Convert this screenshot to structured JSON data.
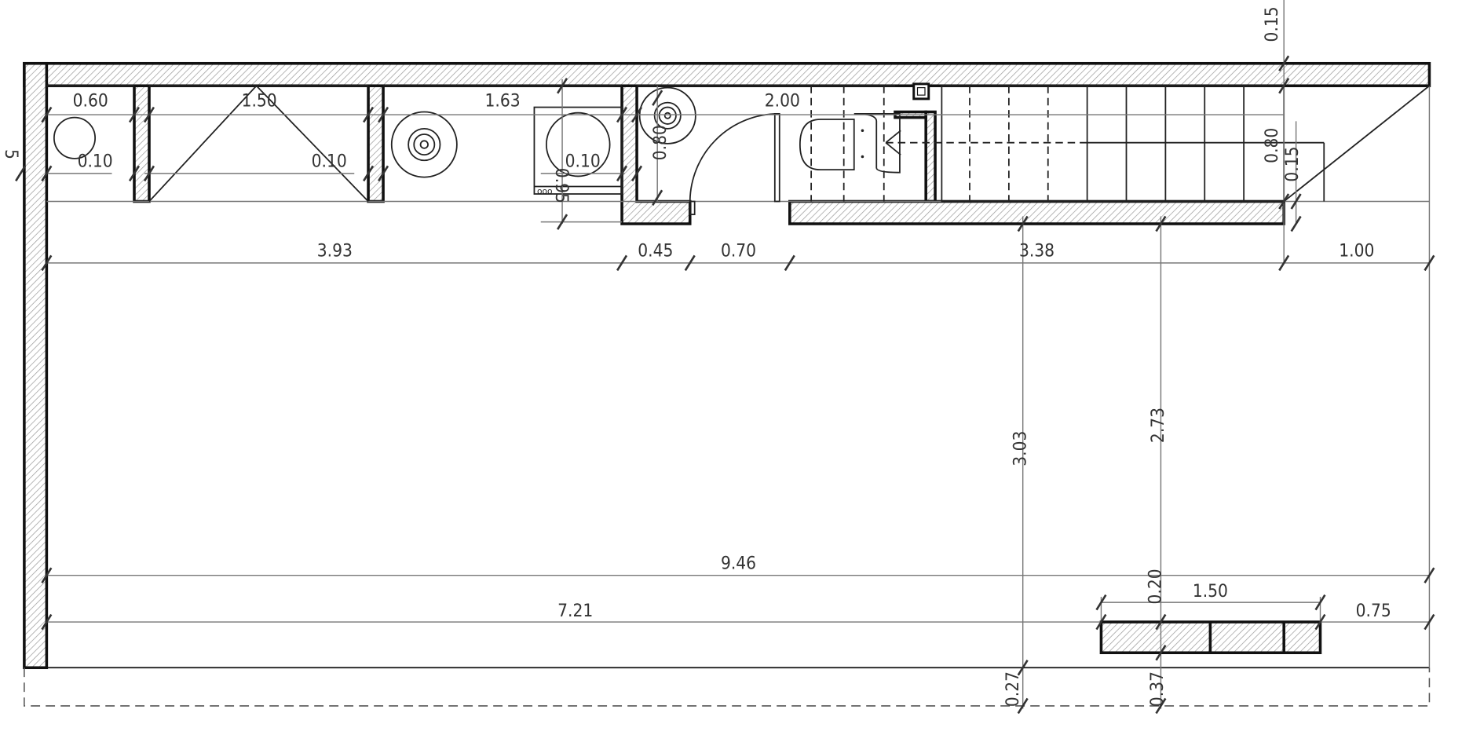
{
  "drawing": {
    "type": "floor-plan",
    "dimensions": {
      "top_row": [
        "0.60",
        "1.50",
        "1.63",
        "2.00"
      ],
      "partition_widths": [
        "0.10",
        "0.10",
        "0.10"
      ],
      "washer_depth": "0.95",
      "basin_depth": "0.80",
      "stair_width": "0.80",
      "stair_offset": "0.15",
      "top_wall": "0.15",
      "left_partial": "5",
      "row_segments": [
        "3.93",
        "0.45",
        "0.70",
        "3.38",
        "1.00"
      ],
      "vertical_3_03": "3.03",
      "vertical_2_73": "2.73",
      "total_length": "9.46",
      "length_to_slab": "7.21",
      "slab_width": "1.50",
      "slab_to_wall": "0.75",
      "slab_gap": "0.20",
      "bottom_offset_a": "0.27",
      "bottom_offset_b": "0.37"
    },
    "colors": {
      "line": "#111111",
      "dimension": "#777777",
      "hatch": "#888888"
    }
  }
}
